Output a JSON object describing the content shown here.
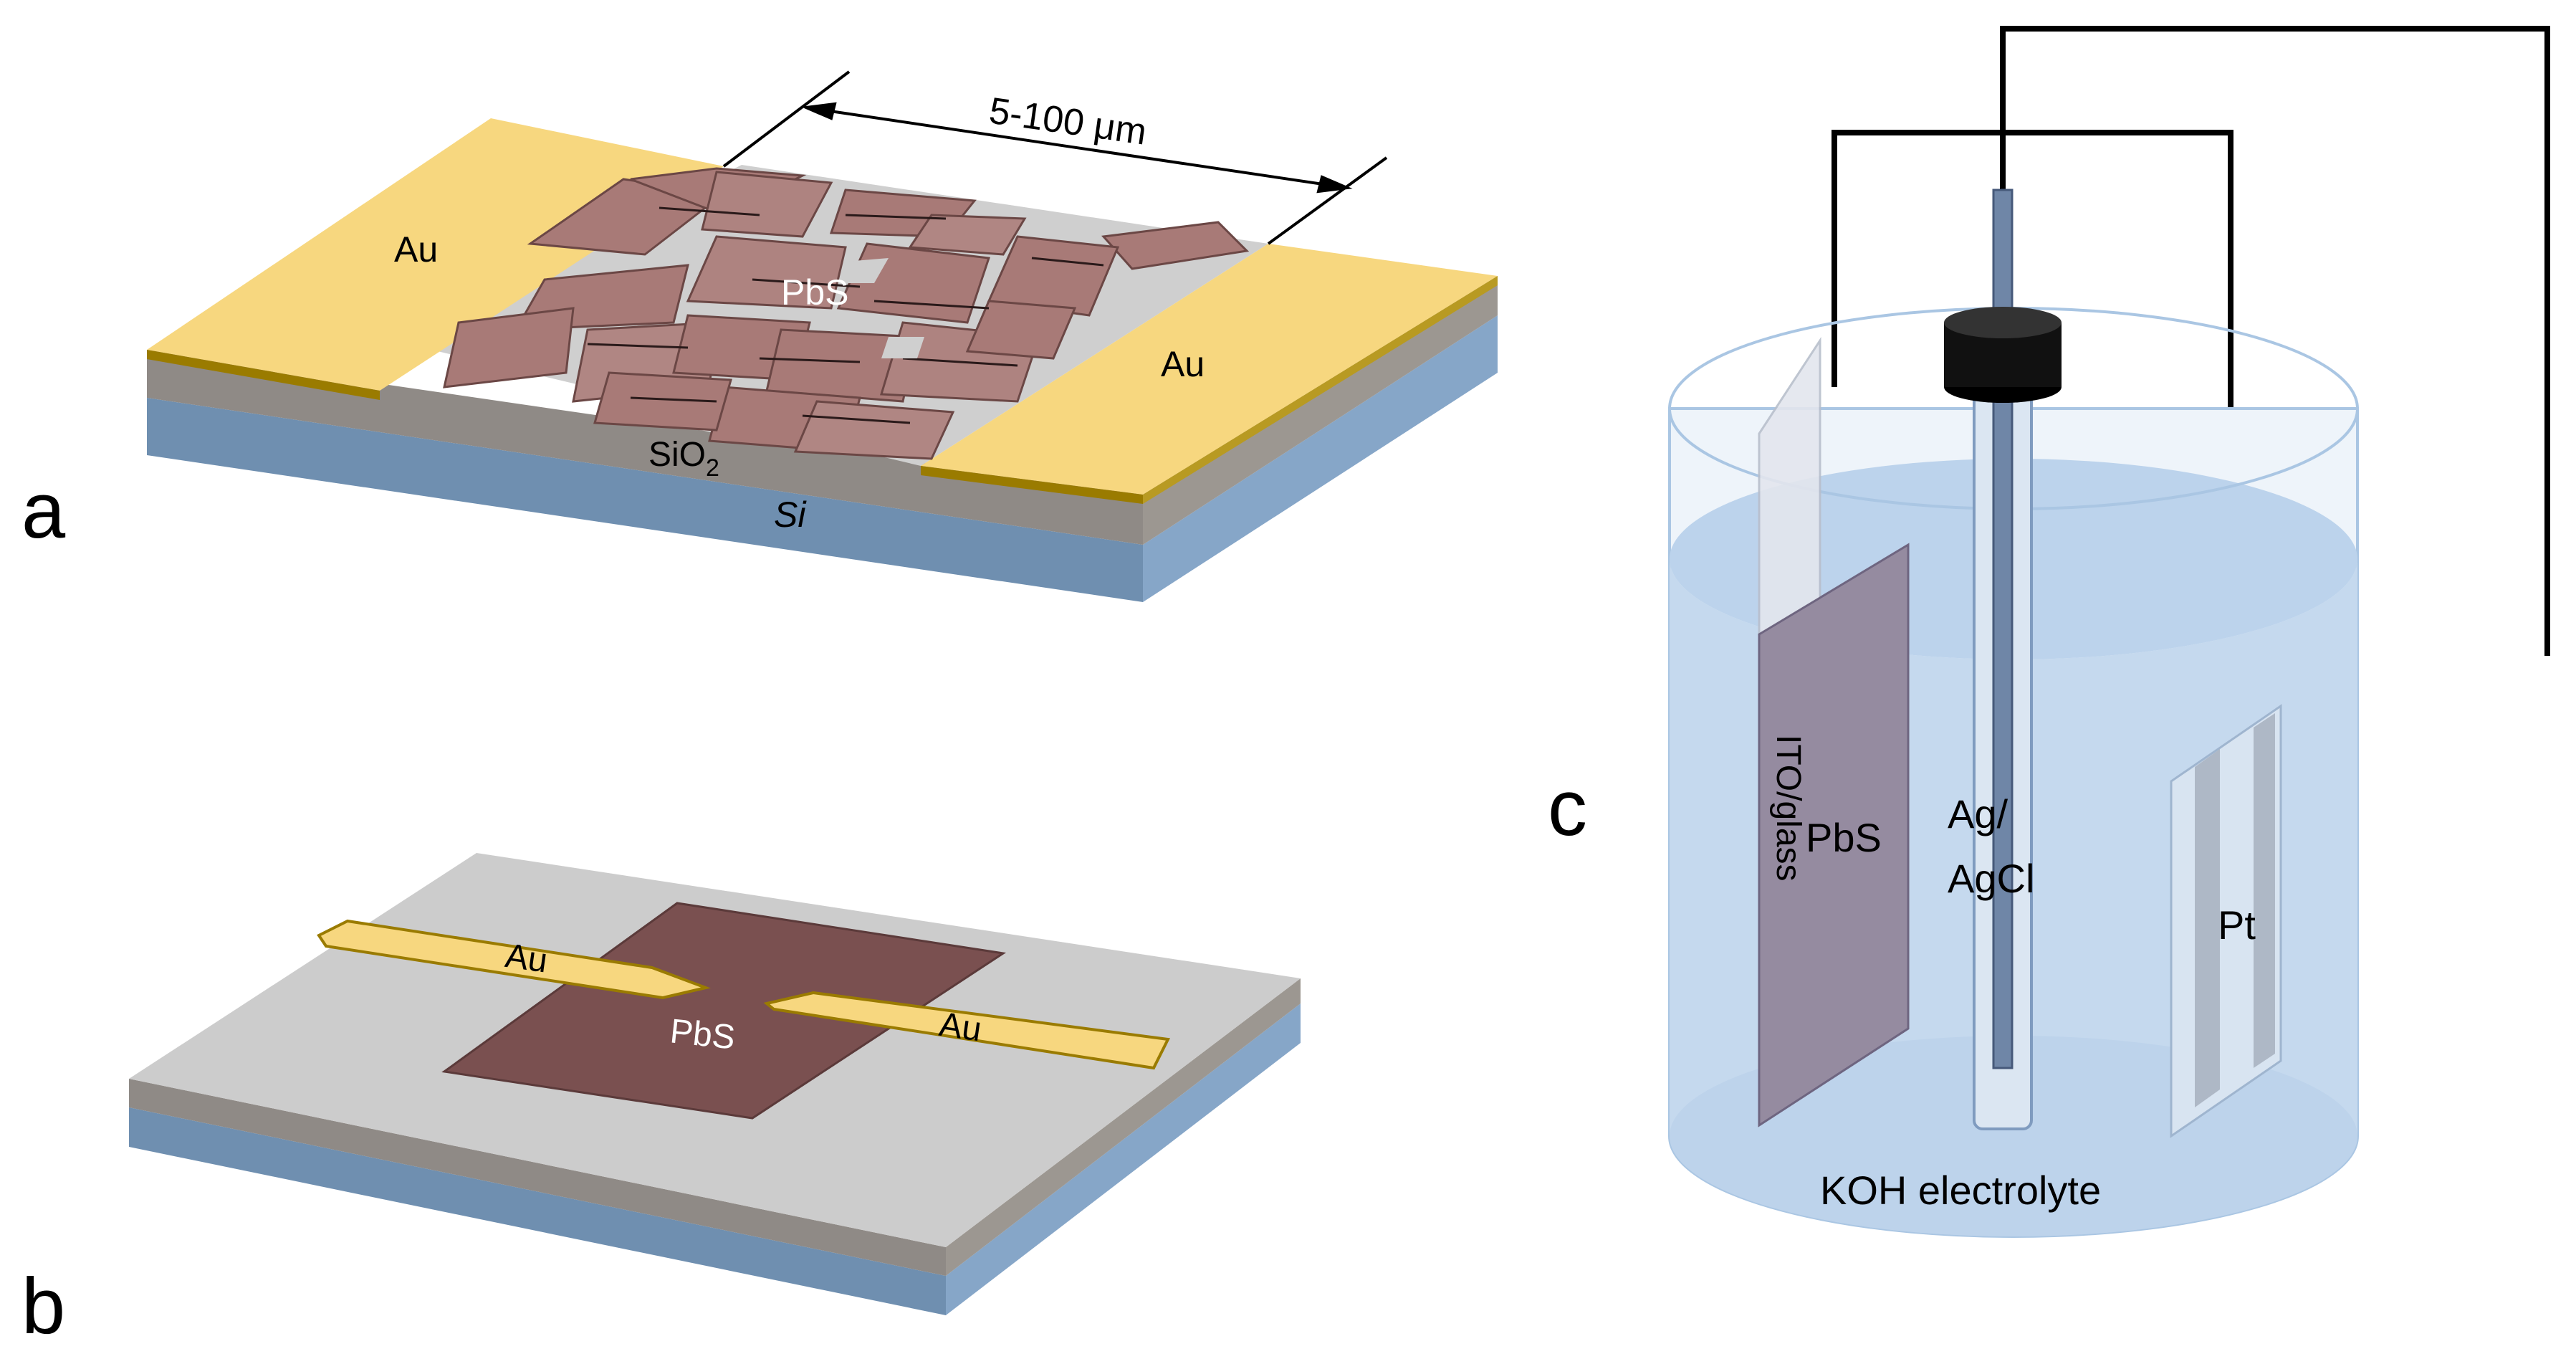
{
  "panels": {
    "a": {
      "letter": "a",
      "dimension": "5-100 μm",
      "pbs": "PbS",
      "au_left": "Au",
      "au_right": "Au",
      "sio2_main": "SiO",
      "sio2_sub": "2",
      "si": "Si"
    },
    "b": {
      "letter": "b",
      "au_left": "Au",
      "au_right": "Au",
      "pbs": "PbS"
    },
    "c": {
      "letter": "c",
      "ito": "ITO/glass",
      "pbs": "PbS",
      "ref_line1": "Ag/",
      "ref_line2": "AgCl",
      "pt": "Pt",
      "electrolyte": "KOH electrolyte"
    }
  },
  "colors": {
    "gold": "#f7d77f",
    "gold_edge": "#9a7b00",
    "pbs_flake": "#a87a77",
    "pbs_dark": "#7a5050",
    "substrate_top": "#c9c9c9",
    "oxide": "#8f8a86",
    "silicon_front": "#6f8fb0",
    "silicon_side": "#86a6c8",
    "electrolyte": "#c5d9ee",
    "glass": "#eef4fa"
  }
}
